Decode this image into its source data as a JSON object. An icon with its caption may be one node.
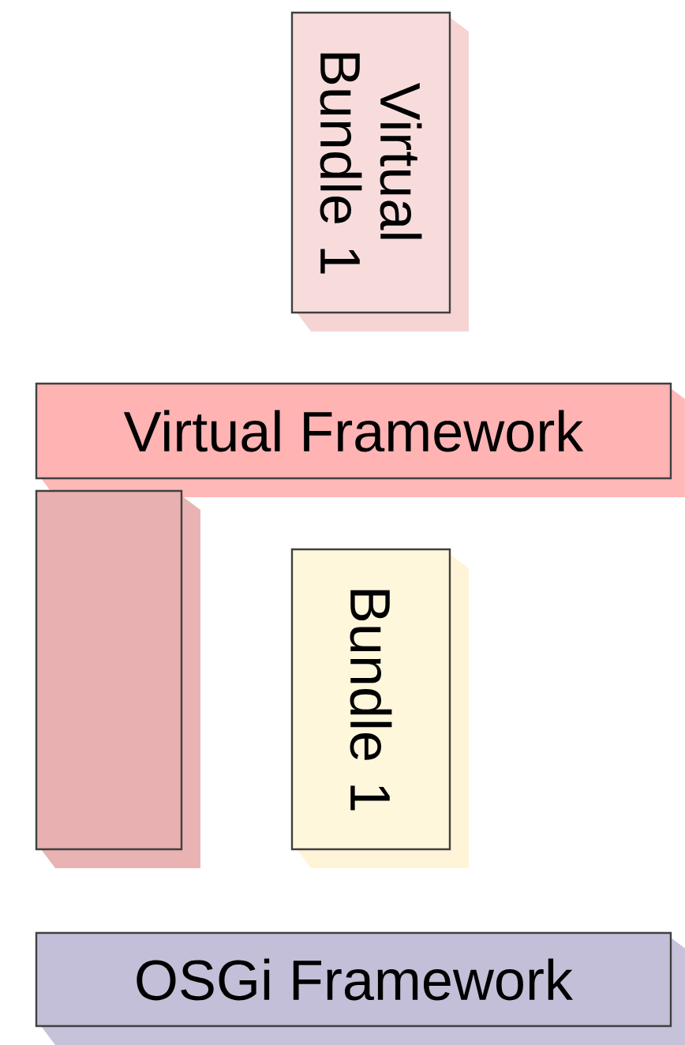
{
  "diagram": {
    "nodes": [
      {
        "text": [
          "Virtual Bundle 1"
        ]
      },
      {
        "text": [
          "Virtual Framework"
        ]
      },
      {
        "text": [],
        "shape": "box"
      },
      {
        "text": [
          "Bundle 1"
        ]
      },
      {
        "text": [
          "OSGi Framework"
        ]
      }
    ]
  }
}
